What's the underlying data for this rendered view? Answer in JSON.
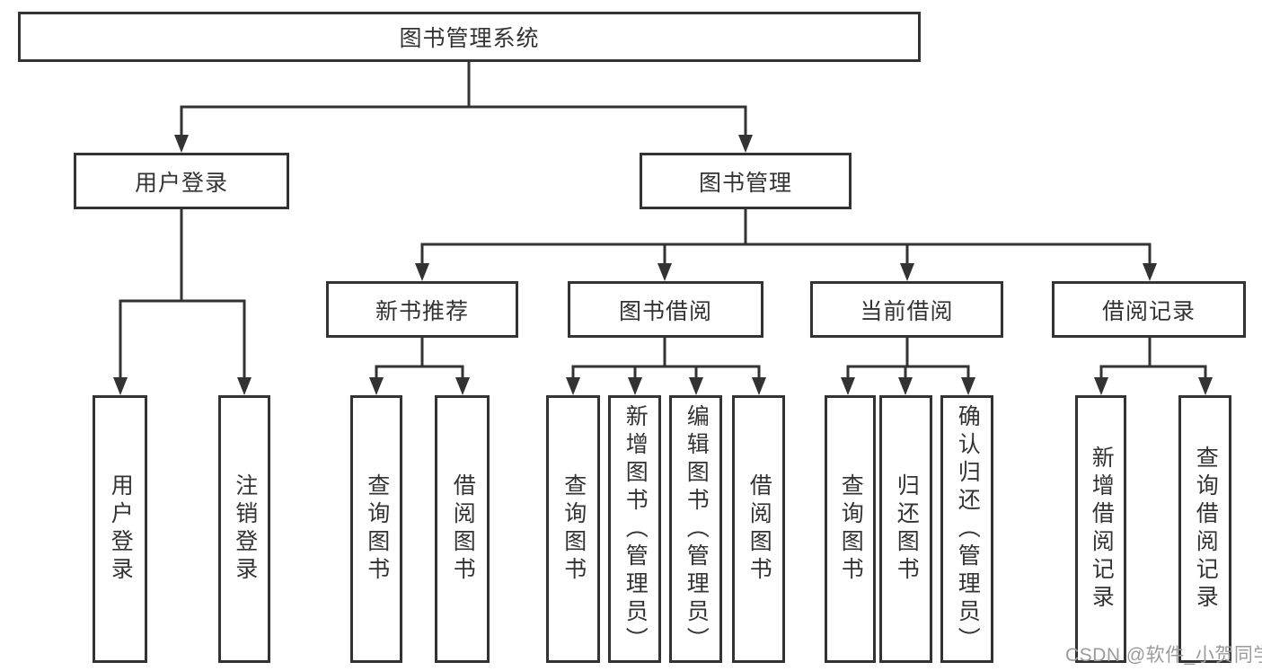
{
  "tree": {
    "root": {
      "label": "图书管理系统"
    },
    "level2": [
      {
        "label": "用户登录"
      },
      {
        "label": "图书管理"
      }
    ],
    "level3": [
      {
        "label": "新书推荐"
      },
      {
        "label": "图书借阅"
      },
      {
        "label": "当前借阅"
      },
      {
        "label": "借阅记录"
      }
    ],
    "leaves": {
      "user_login": [
        {
          "label": "用户登录"
        },
        {
          "label": "注销登录"
        }
      ],
      "new_book_recommend": [
        {
          "label": "查询图书"
        },
        {
          "label": "借阅图书"
        }
      ],
      "book_borrow": [
        {
          "label": "查询图书"
        },
        {
          "label": "新增图书（管理员）"
        },
        {
          "label": "编辑图书（管理员）"
        },
        {
          "label": "借阅图书"
        }
      ],
      "current_borrow": [
        {
          "label": "查询图书"
        },
        {
          "label": "归还图书"
        },
        {
          "label": "确认归还（管理员）"
        }
      ],
      "borrow_records": [
        {
          "label": "新增借阅记录"
        },
        {
          "label": "查询借阅记录"
        }
      ]
    }
  },
  "watermark": "CSDN @软件_小贺同学",
  "colors": {
    "line": "#333333",
    "box_border": "#333333",
    "box_bg": "#ffffff",
    "text": "#333333",
    "watermark": "#9b9b9b",
    "background": "#ffffff"
  }
}
